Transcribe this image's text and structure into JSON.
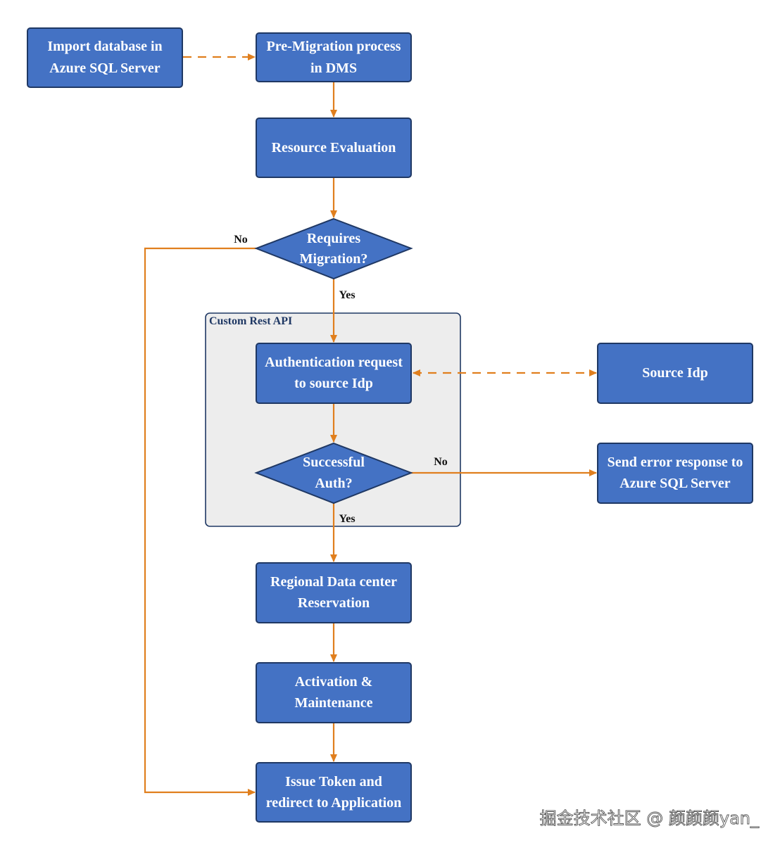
{
  "group": {
    "title": "Custom Rest API"
  },
  "nodes": {
    "import_db": {
      "line1": "Import database in",
      "line2": "Azure SQL Server"
    },
    "pre_migration": {
      "line1": "Pre-Migration process",
      "line2": "in DMS"
    },
    "resource_eval": {
      "line1": "Resource Evaluation"
    },
    "requires_migration": {
      "line1": "Requires",
      "line2": "Migration?"
    },
    "auth_request": {
      "line1": "Authentication request",
      "line2": "to source Idp"
    },
    "source_idp": {
      "line1": "Source Idp"
    },
    "successful_auth": {
      "line1": "Successful",
      "line2": "Auth?"
    },
    "send_error": {
      "line1": "Send error response to",
      "line2": "Azure SQL Server"
    },
    "regional_dc": {
      "line1": "Regional Data center",
      "line2": "Reservation"
    },
    "activation": {
      "line1": "Activation &",
      "line2": "Maintenance"
    },
    "issue_token": {
      "line1": "Issue Token and",
      "line2": "redirect to Application"
    }
  },
  "edge_labels": {
    "requires_no": "No",
    "requires_yes": "Yes",
    "auth_no": "No",
    "auth_yes": "Yes"
  },
  "watermark": "掘金技术社区 @ 颜颜颜yan_",
  "colors": {
    "node_fill": "#4472c4",
    "node_border": "#1f3864",
    "edge": "#e07f1e",
    "group_fill": "#ededed",
    "group_border": "#1f3864"
  }
}
